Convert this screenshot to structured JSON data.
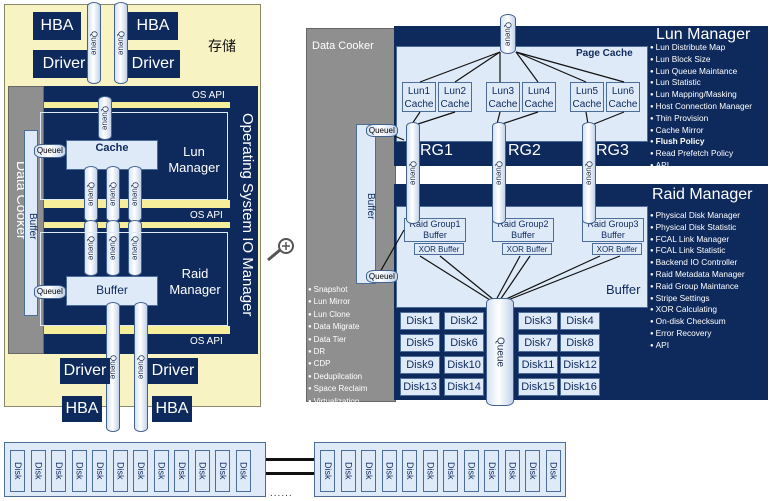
{
  "left": {
    "storage_label": "存储",
    "hba_top": [
      "HBA",
      "HBA"
    ],
    "driver_top": [
      "Driver",
      "Driver"
    ],
    "os_api": [
      "OS API",
      "OS API",
      "OS API"
    ],
    "os_io_manager": "Operating System IO Manager",
    "data_cooker": "Data Cooker",
    "buffer_vertical": "Buffer",
    "queue": "Queue",
    "queue_l": "QueueI",
    "cache": "Cache",
    "lun_manager": "Lun Manager",
    "buffer": "Buffer",
    "raid_manager": "Raid Manager",
    "driver_bottom": [
      "Driver",
      "Driver"
    ],
    "hba_bottom": [
      "HBA",
      "HBA"
    ]
  },
  "bottom": {
    "disk_label": "Disk",
    "ellipsis": "......"
  },
  "right": {
    "data_cooker": "Data Cooker",
    "buffer": "Buffer",
    "queue": "Queue",
    "queue_l": "QueueI",
    "cooker_features": [
      "Snapshot",
      "Lun Mirror",
      "Lun Clone",
      "Data Migrate",
      "Data Tier",
      "DR",
      "CDP",
      "Dedupilcation",
      "Space Reclaim",
      "Virtualization"
    ],
    "lun_manager": {
      "title": "Lun Manager",
      "page_cache": "Page Cache",
      "luns": [
        "Lun1",
        "Lun2",
        "Lun3",
        "Lun4",
        "Lun5",
        "Lun6"
      ],
      "cache": "Cache",
      "rgs": [
        "RG1",
        "RG2",
        "RG3"
      ],
      "features": [
        "Lun Distribute Map",
        "Lun Block Size",
        "Lun Queue Maintance",
        "Lun Statistic",
        "Lun Mapping/Masking",
        "Host Connection Manager",
        "Thin Provision",
        "Cache Mirror",
        "Flush Policy",
        "Read Prefetch Policy",
        "API"
      ]
    },
    "raid_manager": {
      "title": "Raid Manager",
      "groups": [
        {
          "name": "Raid Group1",
          "buffer": "Buffer",
          "xor": "XOR Buffer"
        },
        {
          "name": "Raid Group2",
          "buffer": "Buffer",
          "xor": "XOR Buffer"
        },
        {
          "name": "Raid Group3",
          "buffer": "Buffer",
          "xor": "XOR Buffer"
        }
      ],
      "buffer": "Buffer",
      "features": [
        "Physical Disk Manager",
        "Physical Disk Statistic",
        "FCAL Link Manager",
        "FCAL Link Statistic",
        "Backend IO Controller",
        "Raid Metadata Manager",
        "Raid Group Maintance",
        "Stripe Settings",
        "XOR Calculating",
        "On-disk Checksum",
        "Error Recovery",
        "API"
      ],
      "disks": [
        "Disk1",
        "Disk2",
        "Disk3",
        "Disk4",
        "Disk5",
        "Disk6",
        "Disk7",
        "Disk8",
        "Disk9",
        "Disk10",
        "Disk11",
        "Disk12",
        "Disk13",
        "Disk14",
        "Disk15",
        "Disk16"
      ]
    }
  }
}
